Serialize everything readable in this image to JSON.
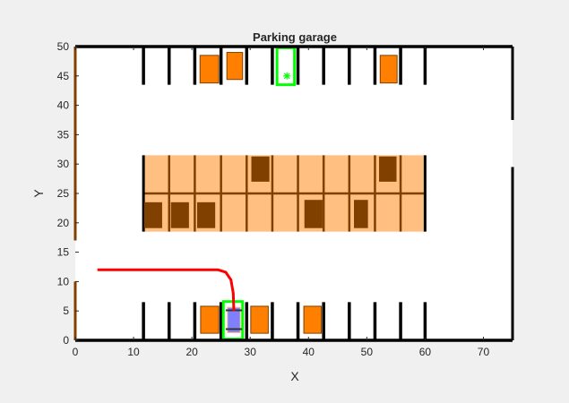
{
  "chart_data": {
    "type": "scatter",
    "title": "Parking garage",
    "xlabel": "X",
    "ylabel": "Y",
    "xlim": [
      0,
      75
    ],
    "ylim": [
      0,
      50
    ],
    "xticks": [
      0,
      10,
      20,
      30,
      40,
      50,
      60,
      70
    ],
    "yticks": [
      0,
      5,
      10,
      15,
      20,
      25,
      30,
      35,
      40,
      45,
      50
    ],
    "slot_dividers_x": [
      11.7,
      16.1,
      20.5,
      25,
      29.4,
      33.8,
      38.2,
      42.6,
      47.0,
      51.4,
      55.8,
      60.0
    ],
    "top_row": {
      "y_range": [
        43.5,
        50
      ]
    },
    "bottom_row": {
      "y_range": [
        0,
        6.5
      ]
    },
    "center_block": {
      "x_range": [
        11.7,
        60
      ],
      "y_range": [
        18.5,
        31.5
      ],
      "mid_y": 25
    },
    "parked_cars_center": [
      [
        30.2,
        27,
        33.3,
        31.3
      ],
      [
        52.1,
        27,
        55.1,
        31.3
      ],
      [
        11.8,
        19.1,
        14.9,
        23.5
      ],
      [
        16.4,
        19.1,
        19.5,
        23.5
      ],
      [
        20.9,
        19.1,
        24,
        23.5
      ],
      [
        39.3,
        19.1,
        42.4,
        23.9
      ],
      [
        47.8,
        19.1,
        50.2,
        23.9
      ]
    ],
    "parked_cars_rows": [
      [
        21.4,
        43.8,
        24.6,
        48.5
      ],
      [
        26,
        44.4,
        28.7,
        49
      ],
      [
        52.3,
        43.8,
        55.2,
        48.5
      ],
      [
        21.5,
        1.2,
        24.6,
        5.8
      ],
      [
        30.1,
        1.2,
        33.1,
        5.8
      ],
      [
        39.2,
        1.2,
        42.2,
        5.8
      ]
    ],
    "goal_slots": [
      [
        34.6,
        43.5,
        37.6,
        49.8
      ],
      [
        25.4,
        0.2,
        28.7,
        6.6
      ]
    ],
    "goal_marker": [
      36.3,
      45
    ],
    "ego_vehicle": [
      26.1,
      1.3,
      28.3,
      5.6
    ],
    "path": {
      "x": [
        3.8,
        10,
        20,
        24.5,
        25.8,
        26.7,
        27.1,
        27.2
      ],
      "y": [
        12,
        12,
        12,
        12,
        11.6,
        10.3,
        8,
        5
      ]
    },
    "colors": {
      "parked_row": "#FF8000",
      "parked_center": "#804000",
      "center_block": "#FFBF80",
      "goal": "#00FF00",
      "ego": "#8080FF",
      "path": "#FF0000",
      "wall": "#000000"
    }
  }
}
